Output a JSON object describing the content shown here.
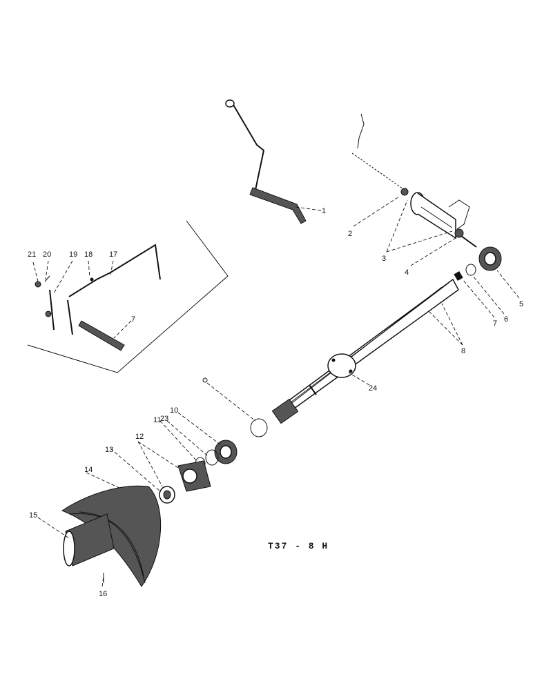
{
  "diagram": {
    "drawing_code": "T37 - 8 H",
    "callouts": [
      {
        "id": "c1",
        "text": "1"
      },
      {
        "id": "c2",
        "text": "2"
      },
      {
        "id": "c3",
        "text": "3"
      },
      {
        "id": "c4",
        "text": "4"
      },
      {
        "id": "c5",
        "text": "5"
      },
      {
        "id": "c6",
        "text": "6"
      },
      {
        "id": "c7",
        "text": "7"
      },
      {
        "id": "c7b",
        "text": "7"
      },
      {
        "id": "c8",
        "text": "8"
      },
      {
        "id": "c10",
        "text": "10"
      },
      {
        "id": "c11",
        "text": "11"
      },
      {
        "id": "c12",
        "text": "12"
      },
      {
        "id": "c13",
        "text": "13"
      },
      {
        "id": "c14",
        "text": "14"
      },
      {
        "id": "c15",
        "text": "15"
      },
      {
        "id": "c16",
        "text": "16"
      },
      {
        "id": "c17",
        "text": "17"
      },
      {
        "id": "c18",
        "text": "18"
      },
      {
        "id": "c19",
        "text": "19"
      },
      {
        "id": "c20",
        "text": "20"
      },
      {
        "id": "c21",
        "text": "21"
      },
      {
        "id": "c23",
        "text": "23"
      },
      {
        "id": "c24",
        "text": "24"
      }
    ]
  }
}
